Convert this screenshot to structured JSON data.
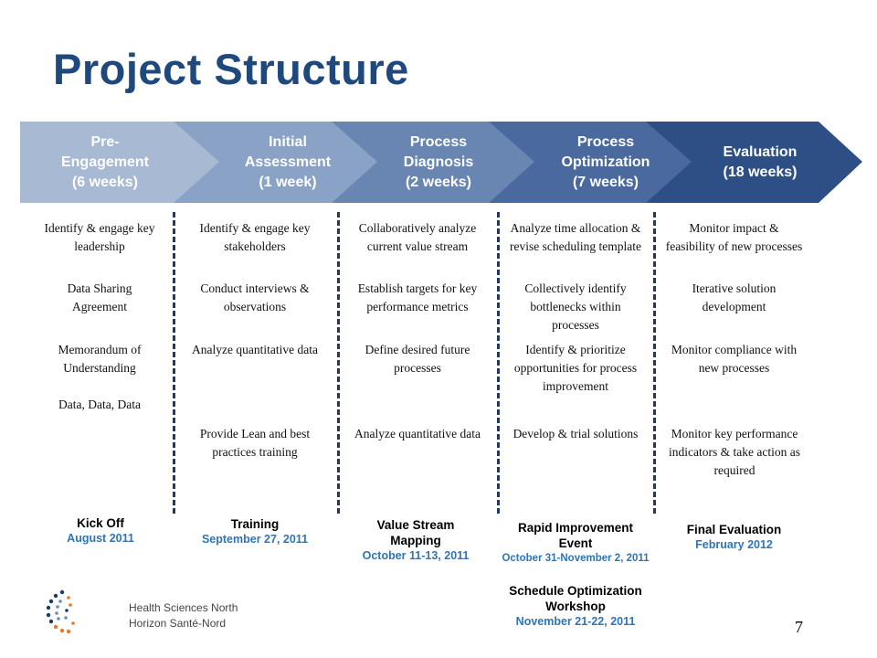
{
  "title": "Project Structure",
  "colors": {
    "title": "#1f497d",
    "phase_fills": [
      "#a7b9d3",
      "#8aa2c5",
      "#6986b2",
      "#4a6a9f",
      "#2e4f86"
    ],
    "divider": "#1f3864",
    "milestone_date": "#2e75b6"
  },
  "phases": [
    {
      "lines": [
        "Pre-",
        "Engagement",
        "(6 weeks)"
      ]
    },
    {
      "lines": [
        "Initial",
        "Assessment",
        "(1 week)"
      ]
    },
    {
      "lines": [
        "Process",
        "Diagnosis",
        "(2 weeks)"
      ]
    },
    {
      "lines": [
        "Process",
        "Optimization",
        "(7 weeks)"
      ]
    },
    {
      "lines": [
        "Evaluation",
        "(18 weeks)"
      ]
    }
  ],
  "tasks": [
    [
      "Identify & engage key leadership",
      "Data Sharing Agreement",
      "Memorandum of Understanding",
      "Data, Data, Data"
    ],
    [
      "Identify & engage key stakeholders",
      "Conduct interviews & observations",
      "Analyze quantitative data",
      "Provide Lean and best practices training"
    ],
    [
      "Collaboratively analyze current value stream",
      "Establish targets for key performance metrics",
      "Define desired future processes",
      "Analyze quantitative data"
    ],
    [
      "Analyze time allocation & revise scheduling template",
      "Collectively identify bottlenecks within processes",
      "Identify & prioritize opportunities for process improvement",
      "Develop & trial solutions"
    ],
    [
      "Monitor impact & feasibility of new processes",
      "Iterative solution development",
      "Monitor compliance with new processes",
      "Monitor key performance indicators & take action as required"
    ]
  ],
  "milestones": [
    {
      "name": "Kick Off",
      "date": "August 2011"
    },
    {
      "name": "Training",
      "date": "September 27, 2011"
    },
    {
      "name": "Value Stream Mapping",
      "date": "October 11-13, 2011"
    },
    {
      "name": "Rapid Improvement Event",
      "date": "October 31-November 2, 2011"
    },
    {
      "name": "Final Evaluation",
      "date": "February 2012"
    },
    {
      "name": "Schedule Optimization Workshop",
      "date": "November 21-22, 2011"
    }
  ],
  "logo": {
    "line1": "Health Sciences North",
    "line2": "Horizon Santé-Nord"
  },
  "page_number": "7"
}
